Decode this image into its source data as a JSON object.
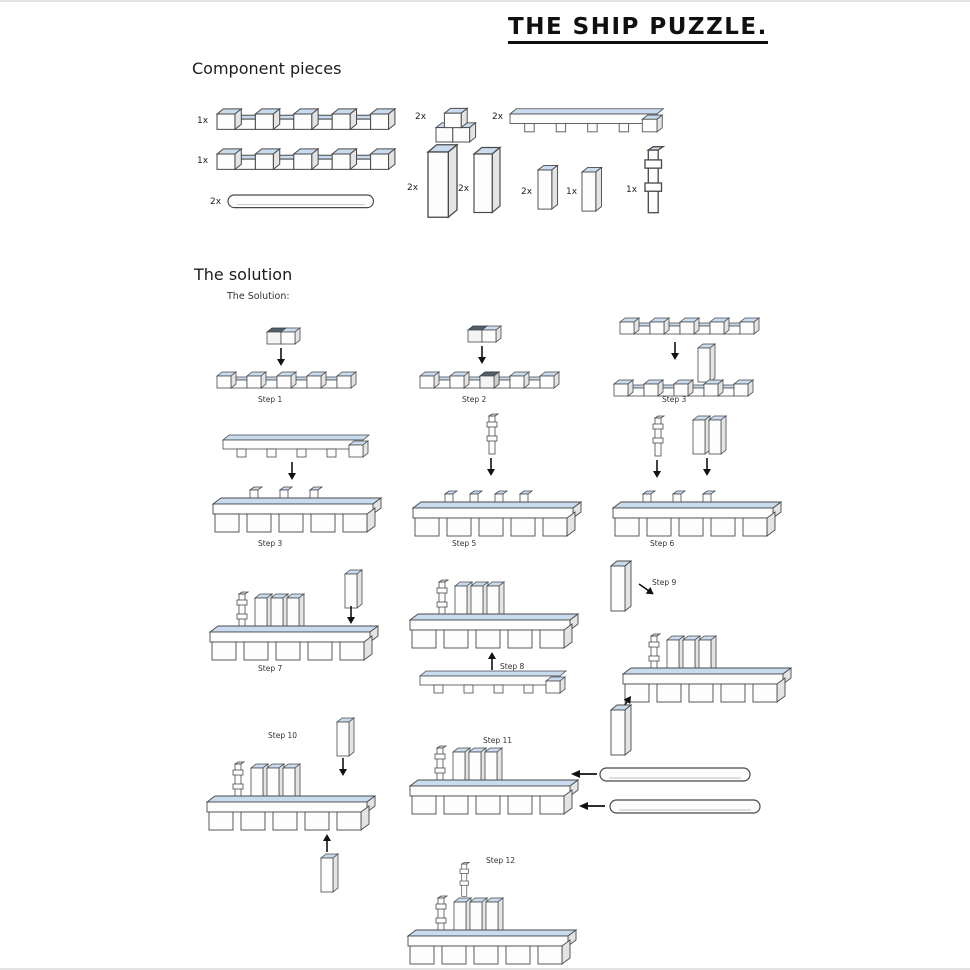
{
  "title": "THE SHIP PUZZLE.",
  "components": {
    "heading": "Component pieces",
    "quantities": {
      "beam1": "1x",
      "block": "2x",
      "comb": "2x",
      "beam2": "1x",
      "side_panel": "2x",
      "panel": "2x",
      "post_a": "2x",
      "post_b": "1x",
      "mast": "1x",
      "rod": "2x"
    }
  },
  "solution": {
    "heading": "The solution",
    "subheading": "The Solution:",
    "steps": [
      "Step 1",
      "Step 2",
      "Step 3",
      "Step 3",
      "Step 5",
      "Step 6",
      "Step 7",
      "Step 8",
      "Step 9",
      "Step 10",
      "Step 11",
      "Step 12"
    ]
  }
}
